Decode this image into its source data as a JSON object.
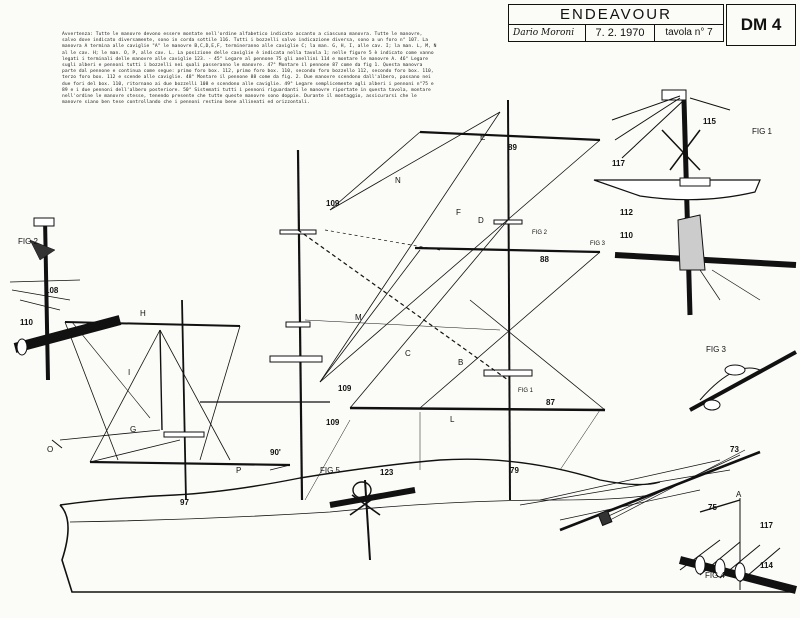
{
  "title_block": {
    "ship": "ENDEAVOUR",
    "code": "DM 4",
    "author": "Dario Moroni",
    "date": "7. 2. 1970",
    "plate": "tavola n° 7"
  },
  "notes": "Avvertenza: Tutte le manovre devono essere montate nell'ordine alfabetico indicato accanto a ciascuna manovra. Tutte le manovre, salvo dove indicato diversamente, sono in corda sottile 116. Tutti i bozzelli salvo indicazione diversa, sono a un foro n° 107. La manovra A termina alle caviglie \"A\" le manovre B,C,D,E,F, termineranno alle caviglie C; la man. G, H, I, alle cav. I; la man. L, M, N al le cav. H; le man. O, P, alle cav. L. La posizione delle caviglie è indicata nella tavola 1; nelle figure 5 è indicato come vanno legati i terminali delle manovre alle caviglie 123. - 45° Legare al pennone 75 gli anellini 114 e montare le manovre A. 46° Legare sugli alberi e pennoni tutti i bozzelli nei quali passeranno le manovre. 47° Montare il pennone 87 come da fig 1. Questa manovra parte dal pennone e continua come segue: primo foro box. 112, primo foro box. 110, secondo foro bozzello 112, secondo foro box. 110, terzo foro box. 112 e scende alle caviglie. 48° Montare il pennone 88 come da fig. 2. Due manovre scendono dall'albero, passano nei due fori del box. 110, ritornano ai due bozzelli 108 e scendono alle caviglie. 49° Legare semplicemente agli alberi i pennoni n°75 e 89 e i due pennoni dell'albero posteriore. 50° Sistemati tutti i pennoni riguardanti le manovre riportate in questa tavola, montare nell'ordine le manovre stesse, tenendo presente che tutte queste manovre sono doppie. Durante il montaggio, assicurarsi che le manovre siano ben tese controllando che i pennoni restino bene allineati ed orizzontali.",
  "line_labels": [
    "A",
    "B",
    "C",
    "D",
    "E",
    "F",
    "G",
    "H",
    "I",
    "L",
    "M",
    "N",
    "O",
    "P"
  ],
  "part_numbers": [
    "89",
    "88",
    "87",
    "109",
    "109",
    "109",
    "97",
    "90'",
    "79",
    "73",
    "75",
    "117",
    "114",
    "123",
    "108",
    "110",
    "115",
    "117",
    "112",
    "110"
  ],
  "figures": [
    "FIG 1",
    "FIG 2",
    "FIG 3",
    "FIG 4",
    "FIG 5",
    "FIG 1",
    "FIG 2",
    "FIG 3"
  ]
}
